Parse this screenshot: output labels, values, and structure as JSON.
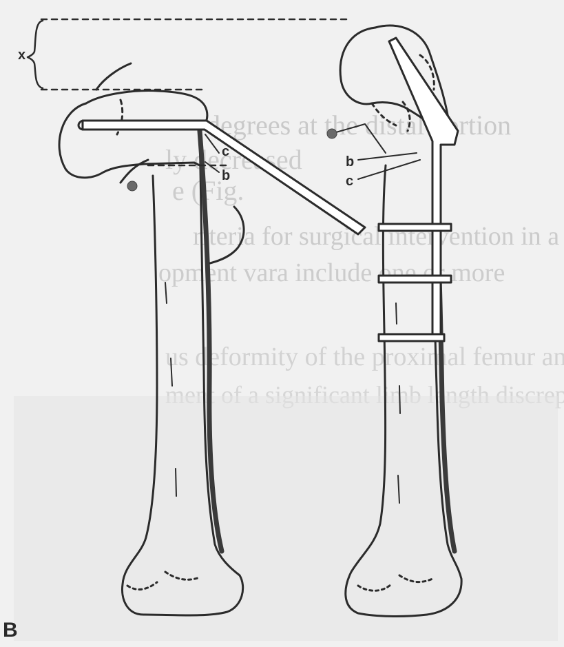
{
  "figure": {
    "panel_label": "B",
    "left_bone": {
      "x_label": "x",
      "c_label": "c",
      "b_label": "b"
    },
    "right_bone": {
      "b_label": "b",
      "c_label": "c"
    },
    "background_text": [
      "degrees at the distal portion",
      "ly decreased",
      "e (Fig.",
      "riteria for surgical intervention in a pati",
      "opment vara include one or more",
      "us deformity of the proximal femur and",
      "ment of a significant limb length discrepan"
    ],
    "colors": {
      "paper": "#f1f1f1",
      "ink": "#2b2b2b",
      "ghost_text": "#c9c9c9",
      "shadow": "#3a3a3a"
    }
  }
}
